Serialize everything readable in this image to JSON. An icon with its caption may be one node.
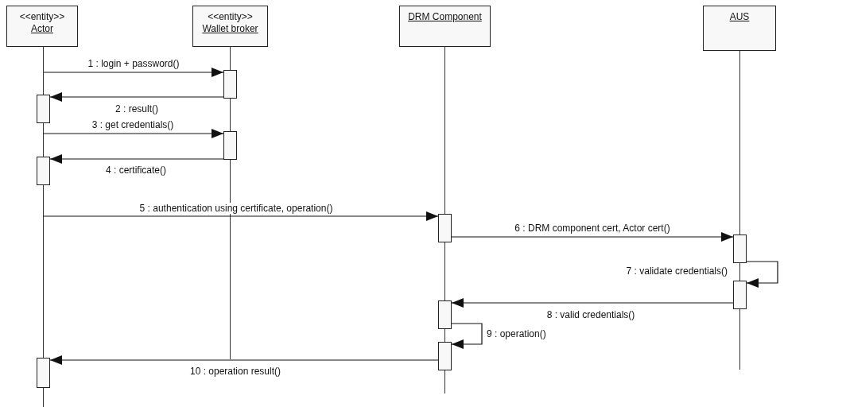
{
  "diagram": {
    "nodes": [
      {
        "text": [
          "<<entity>>",
          "Actor"
        ]
      },
      {
        "text": [
          "<<entity>>",
          "Wallet broker"
        ]
      },
      {
        "text": [
          "DRM Component"
        ]
      },
      {
        "text": [
          "AUS"
        ]
      },
      {
        "text": [],
        "shape": "line"
      },
      {
        "text": [],
        "shape": "line"
      },
      {
        "text": [],
        "shape": "line"
      },
      {
        "text": [],
        "shape": "line"
      },
      {
        "text": [],
        "shape": "box"
      },
      {
        "text": [],
        "shape": "box"
      },
      {
        "text": [],
        "shape": "box"
      },
      {
        "text": [],
        "shape": "box"
      },
      {
        "text": [],
        "shape": "box"
      },
      {
        "text": [],
        "shape": "box"
      },
      {
        "text": [],
        "shape": "box"
      },
      {
        "text": [],
        "shape": "box"
      },
      {
        "text": [],
        "shape": "box"
      },
      {
        "text": [],
        "shape": "box"
      }
    ],
    "edges": [
      {
        "from": 4,
        "to": 8,
        "arrow": "to",
        "label": "1 : login + password()"
      },
      {
        "from": 8,
        "to": 9,
        "arrow": "to",
        "label": "2 : result()"
      },
      {
        "from": 4,
        "to": 10,
        "arrow": "to",
        "label": "3 : get credentials()"
      },
      {
        "from": 10,
        "to": 11,
        "arrow": "to",
        "label": "4 : certificate()"
      },
      {
        "from": 4,
        "to": 12,
        "arrow": "to",
        "label": "5 : authentication using certificate, operation()"
      },
      {
        "from": 12,
        "to": 13,
        "arrow": "to",
        "label": "6 : DRM component cert, Actor cert()"
      },
      {
        "from": 13,
        "to": 14,
        "arrow": "to",
        "label": "7 : validate credentials()"
      },
      {
        "from": 14,
        "to": 15,
        "arrow": "to",
        "label": "8 : valid credentials()"
      },
      {
        "from": 15,
        "to": 16,
        "arrow": "to",
        "label": "9 : operation()"
      },
      {
        "from": 16,
        "to": 17,
        "arrow": "to",
        "label": "10 : operation result()"
      }
    ]
  }
}
